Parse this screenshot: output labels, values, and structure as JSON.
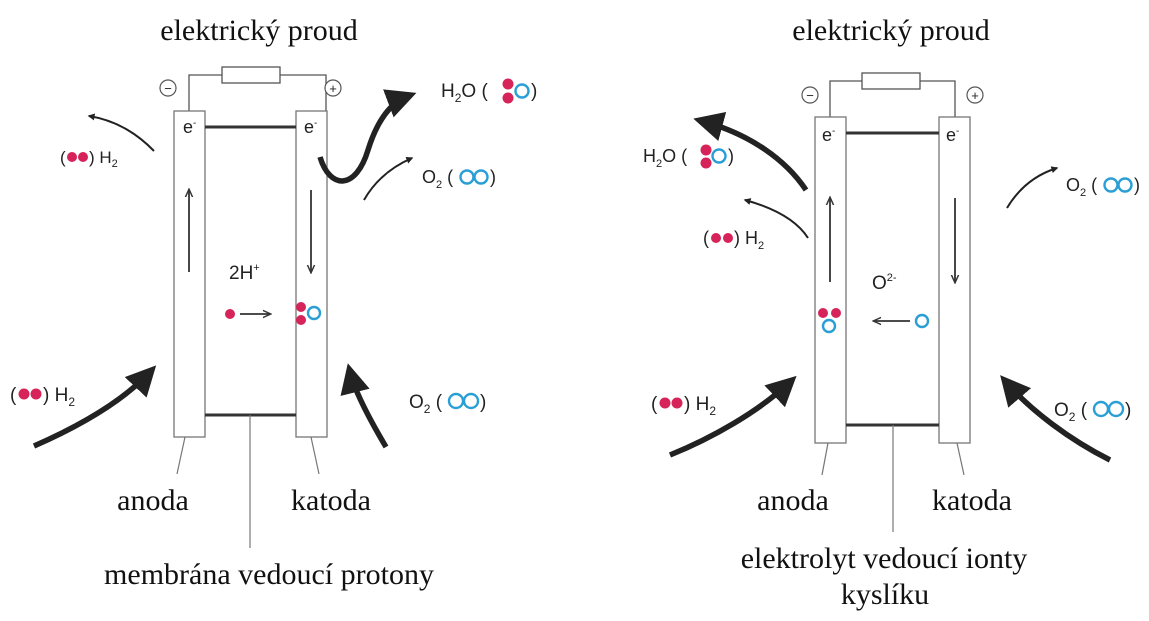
{
  "left_cell": {
    "title": "elektrický proud",
    "minus": "−",
    "plus": "+",
    "electron_anode": "e",
    "electron_cathode": "e",
    "electron_charge": "-",
    "ion_base": "2H",
    "ion_charge": "+",
    "out_h2_prefix": "(",
    "out_h2_suffix": ") H",
    "out_h2_sub": "2",
    "out_water_main": "H",
    "out_water_sub": "2",
    "out_water_rest": "O (",
    "out_water_close": ")",
    "out_o2_main": "O",
    "out_o2_sub": "2",
    "out_o2_open": " (",
    "out_o2_close": ")",
    "in_h2_prefix": "(",
    "in_h2_suffix": ") H",
    "in_h2_sub": "2",
    "in_o2_main": "O",
    "in_o2_sub": "2",
    "in_o2_open": " (",
    "in_o2_close": ")",
    "label_anode": "anoda",
    "label_cathode": "katoda",
    "label_electrolyte": "membrána vedoucí protony"
  },
  "right_cell": {
    "title": "elektrický proud",
    "minus": "−",
    "plus": "+",
    "electron_anode": "e",
    "electron_cathode": "e",
    "electron_charge": "-",
    "ion_base": "O",
    "ion_charge": "2-",
    "out_water_main": "H",
    "out_water_sub": "2",
    "out_water_rest": "O (",
    "out_water_close": ")",
    "out_h2_prefix": "(",
    "out_h2_suffix": ") H",
    "out_h2_sub": "2",
    "out_o2_main": "O",
    "out_o2_sub": "2",
    "out_o2_open": " (",
    "out_o2_close": ")",
    "in_h2_prefix": "(",
    "in_h2_suffix": ") H",
    "in_h2_sub": "2",
    "in_o2_main": "O",
    "in_o2_sub": "2",
    "in_o2_open": " (",
    "in_o2_close": ")",
    "label_anode": "anoda",
    "label_cathode": "katoda",
    "label_electrolyte_line1": "elektrolyt vedoucí ionty",
    "label_electrolyte_line2": "kyslíku"
  },
  "colors": {
    "hydrogen_atom": "#d6245a",
    "oxygen_atom": "#2a9fd6",
    "arrow": "#222222"
  }
}
